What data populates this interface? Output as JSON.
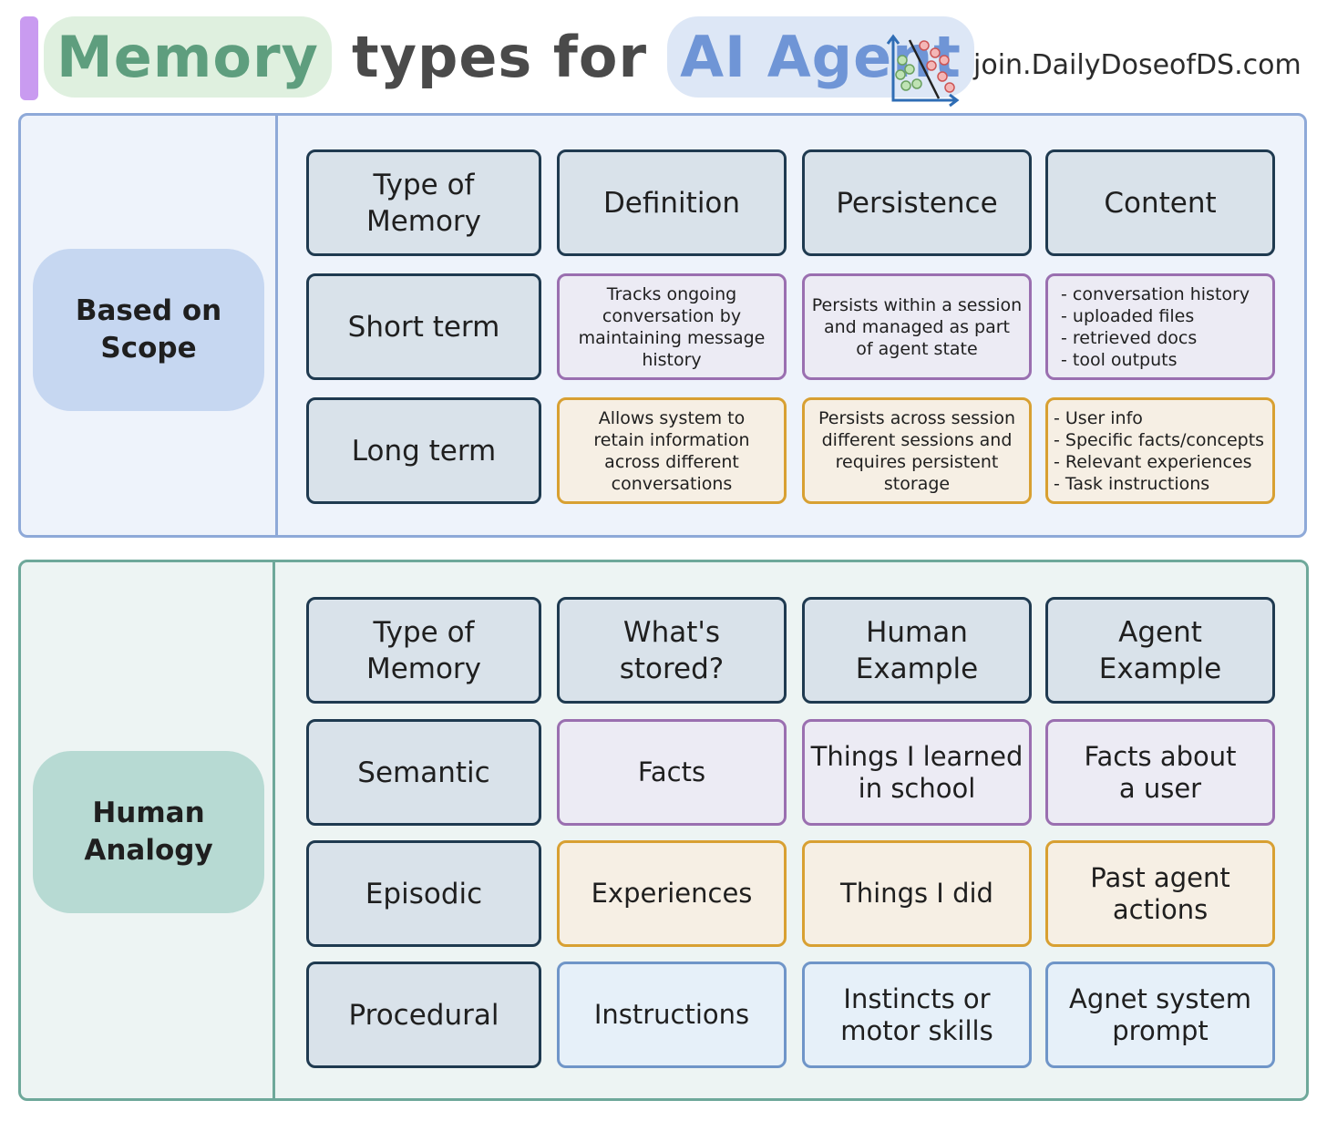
{
  "header": {
    "title_part1": "Memory",
    "title_part2": "types for",
    "title_part3": "AI Agent",
    "site": "join.DailyDoseofDS.com",
    "logo_icon": "scatter-plot-icon"
  },
  "scope": {
    "label": "Based on\nScope",
    "headers": [
      "Type of\nMemory",
      "Definition",
      "Persistence",
      "Content"
    ],
    "rows": [
      {
        "type": "Short term",
        "definition": "Tracks ongoing\nconversation by\nmaintaining message\nhistory",
        "persistence": "Persists within a session\nand managed as part\nof agent state",
        "content": "- conversation history\n- uploaded files\n- retrieved docs\n- tool outputs"
      },
      {
        "type": "Long term",
        "definition": "Allows system to\nretain information\nacross different\nconversations",
        "persistence": "Persists across session\ndifferent sessions and\nrequires persistent\nstorage",
        "content": "- User info\n- Specific facts/concepts\n- Relevant experiences\n- Task instructions"
      }
    ]
  },
  "analogy": {
    "label": "Human\nAnalogy",
    "headers": [
      "Type of\nMemory",
      "What's\nstored?",
      "Human\nExample",
      "Agent\nExample"
    ],
    "rows": [
      {
        "type": "Semantic",
        "stored": "Facts",
        "human": "Things I learned\nin school",
        "agent": "Facts about\na user"
      },
      {
        "type": "Episodic",
        "stored": "Experiences",
        "human": "Things I did",
        "agent": "Past agent\nactions"
      },
      {
        "type": "Procedural",
        "stored": "Instructions",
        "human": "Instincts or\nmotor skills",
        "agent": "Agnet system\nprompt"
      }
    ]
  },
  "colors": {
    "header_cell": "#d9e2ea",
    "purple_row": "#9a6fb0",
    "orange_row": "#d8a032",
    "blue_row": "#6f95c8",
    "scope_border": "#8ea9d8",
    "analogy_border": "#6ea89a"
  }
}
